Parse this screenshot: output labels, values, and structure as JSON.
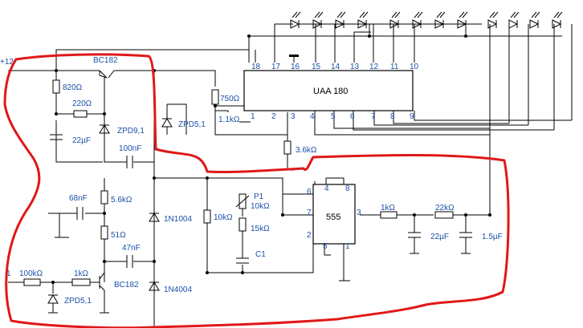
{
  "labels": {
    "supply": "+12",
    "q1": "BC182",
    "r820": "820Ω",
    "r220": "220Ω",
    "zpd91": "ZPD9,1",
    "c22u_a": "22µF",
    "c100n": "100nF",
    "r750": "750Ω",
    "zpd51_a": "ZPD5,1",
    "r11k": "1.1kΩ",
    "r36k": "3.6kΩ",
    "uaa": "UAA 180",
    "c68n": "68nF",
    "r56k": "5.6kΩ",
    "r51": "51Ω",
    "c47n": "47nF",
    "d1n1004": "1N1004",
    "d1n4004": "1N4004",
    "r10k": "10kΩ",
    "p1": "P1",
    "p1val": "10kΩ",
    "r15k": "15kΩ",
    "c1": "C1",
    "ic555": "555",
    "r1k_a": "1kΩ",
    "r22k": "22kΩ",
    "c22u_b": "22µF",
    "c15u": "1.5µF",
    "input": "1",
    "r100k": "100kΩ",
    "r1k_b": "1kΩ",
    "q2": "BC182",
    "zpd51_b": "ZPD5,1",
    "uaa_pins_top": [
      "18",
      "17",
      "16",
      "15",
      "14",
      "13",
      "12",
      "11",
      "10"
    ],
    "uaa_pins_bottom": [
      "1",
      "2",
      "3",
      "4",
      "5",
      "6",
      "7",
      "8",
      "9"
    ],
    "p555": [
      "4",
      "8",
      "6",
      "7",
      "3",
      "2",
      "5",
      "1"
    ]
  },
  "colors": {
    "ink": "#000000",
    "label": "#1a4fa8",
    "highlight": "#e01818"
  }
}
